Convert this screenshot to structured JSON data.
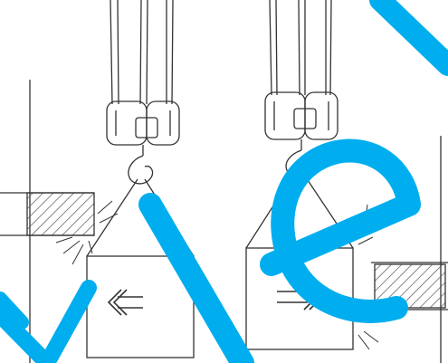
{
  "figure": {
    "panels": [
      {
        "name": "left-panel",
        "arrow_direction": "left",
        "obstacle_side": "left"
      },
      {
        "name": "right-panel",
        "arrow_direction": "right",
        "obstacle_side": "right"
      }
    ],
    "watermark": {
      "text": "Vle",
      "color": "#00aeef"
    },
    "colors": {
      "ink": "#333333",
      "paper": "#ffffff",
      "hatch": "#555555"
    }
  }
}
